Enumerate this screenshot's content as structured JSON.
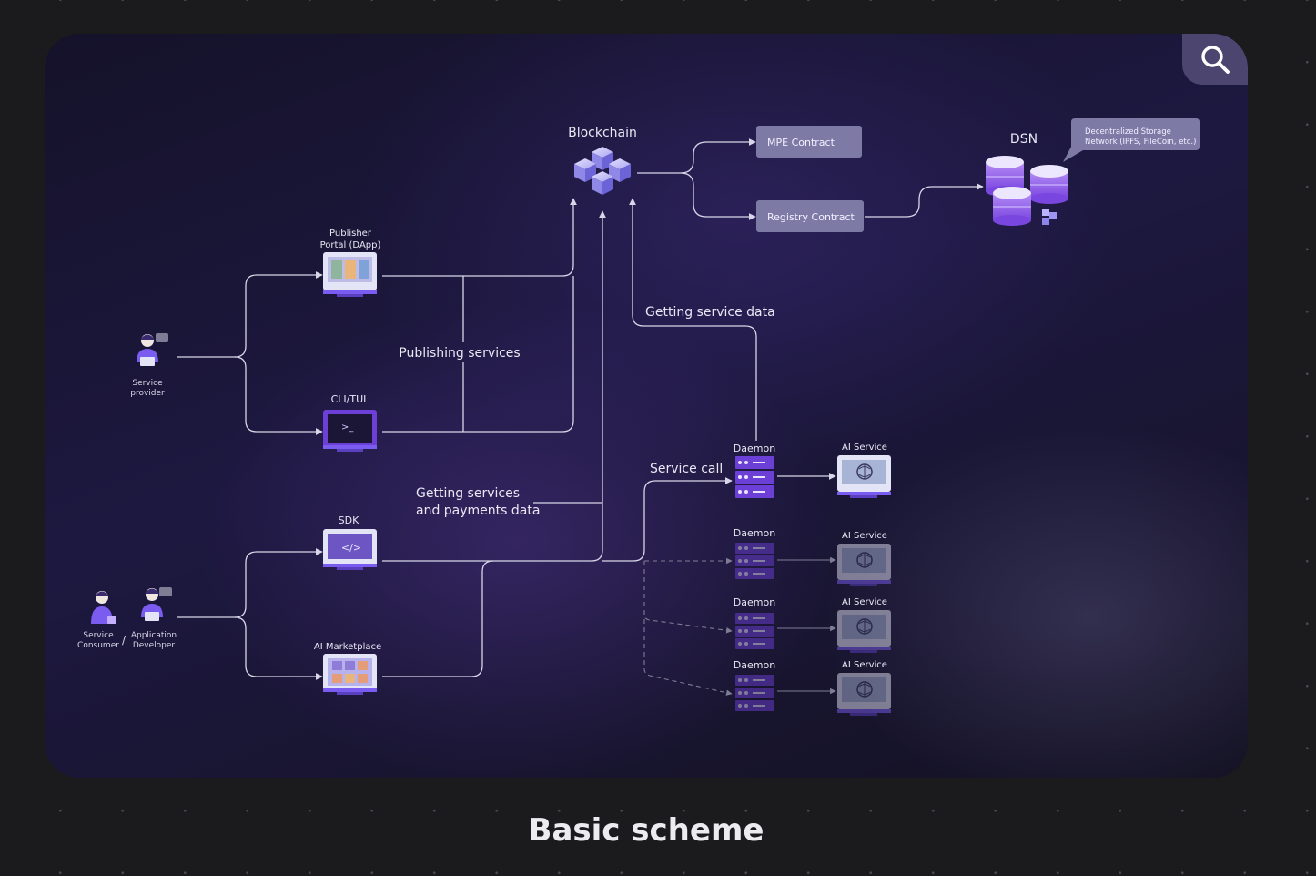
{
  "caption": "Basic scheme",
  "colors": {
    "accent": "#7b5cf0",
    "line": "#d8d6e8",
    "contract_box": "#7d7aa6",
    "text": "#eae8f4"
  },
  "search_button": {
    "icon": "search-icon"
  },
  "diagram": {
    "blockchain": "Blockchain",
    "mpe_contract": "MPE Contract",
    "registry_contract": "Registry Contract",
    "dsn": "DSN",
    "dsn_note_line1": "Decentralized Storage",
    "dsn_note_line2": "Network (IPFS, FileCoin, etc.)",
    "publisher_portal_line1": "Publisher",
    "publisher_portal_line2": "Portal (DApp)",
    "cli_tui": "CLI/TUI",
    "sdk": "SDK",
    "ai_marketplace": "AI Marketplace",
    "service_provider_line1": "Service",
    "service_provider_line2": "provider",
    "service_consumer_line1": "Service",
    "service_consumer_line2": "Consumer",
    "app_developer_line1": "Application",
    "app_developer_line2": "Developer",
    "slash": "/",
    "publishing_services": "Publishing services",
    "getting_service_data": "Getting service data",
    "getting_services_line1": "Getting services",
    "getting_services_line2": "and payments data",
    "service_call": "Service call",
    "daemon": "Daemon",
    "ai_service": "AI Service",
    "cli_prompt": ">_",
    "sdk_code": "</>"
  }
}
